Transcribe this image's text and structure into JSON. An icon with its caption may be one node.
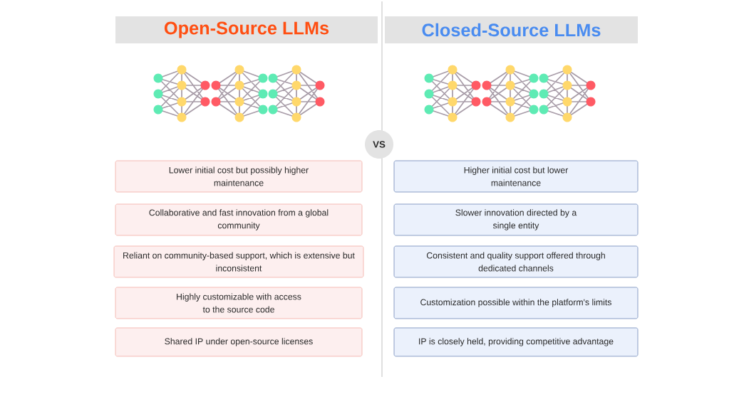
{
  "diagram": {
    "nodes": [
      {
        "text": [
          "Open-Source LLMs"
        ]
      },
      {
        "text": [
          "Closed-Source LLMs"
        ]
      },
      {
        "text": [
          "VS"
        ]
      },
      {
        "text": [
          "Lower initial cost but possibly higher maintenance"
        ]
      },
      {
        "text": [
          "Collaborative and fast innovation from a global community"
        ]
      },
      {
        "text": [
          "Reliant on community-based support, which is extensive but inconsistent"
        ]
      },
      {
        "text": [
          "Highly customizable with access to the source code"
        ]
      },
      {
        "text": [
          "Shared IP under open-source licenses"
        ]
      },
      {
        "text": [
          "Higher initial cost but lower maintenance"
        ]
      },
      {
        "text": [
          "Slower innovation directed by a single entity"
        ]
      },
      {
        "text": [
          "Consistent and quality support offered through dedicated channels"
        ]
      },
      {
        "text": [
          "Customization possible within the platform's limits"
        ]
      },
      {
        "text": [
          "IP is closely held, providing competitive advantage"
        ]
      }
    ]
  }
}
